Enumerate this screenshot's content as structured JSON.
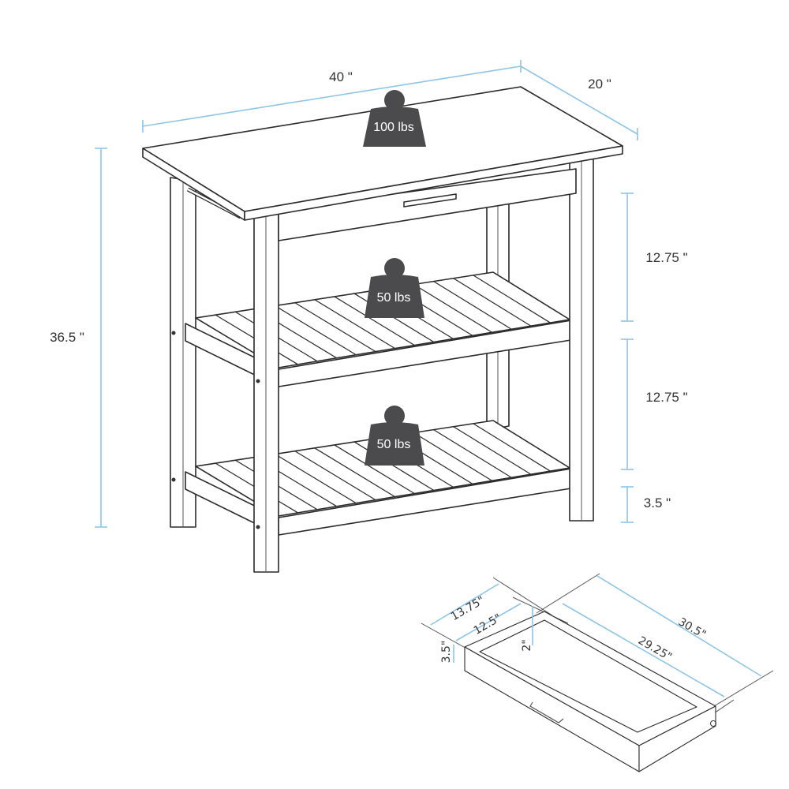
{
  "colors": {
    "dimension_line": "#8ec5e6",
    "weight": "#4b4b4d",
    "outline": "#2a2a2a"
  },
  "dimensions": {
    "width": "40 \"",
    "depth": "20 \"",
    "height": "36.5 \"",
    "drawer_to_shelf": "12.75 \"",
    "shelf_to_shelf": "12.75 \"",
    "bottom_clearance": "3.5 \""
  },
  "weights": {
    "top": "100 lbs",
    "middle": "50 lbs",
    "bottom": "50 lbs"
  },
  "drawer": {
    "outer_depth": "13.75\"",
    "inner_depth": "12.5\"",
    "height": "3.5\"",
    "inner_height": "2\"",
    "outer_length": "30.5\"",
    "inner_length": "29.25\""
  }
}
